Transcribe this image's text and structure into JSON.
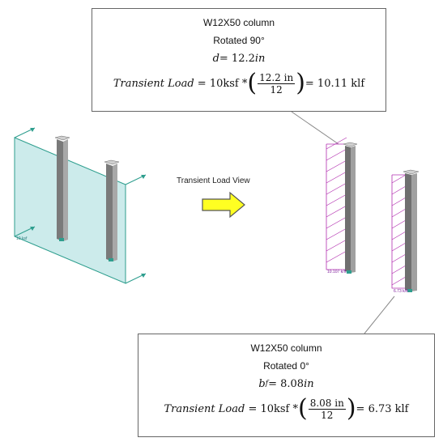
{
  "top_callout": {
    "title": "W12X50 column",
    "rotation": "Rotated 90°",
    "dim_var": "d",
    "dim_eq": " = 12.2 ",
    "dim_unit": "in",
    "formula_lhs": "Transient Load",
    "formula_mid": " = 10ksf * ",
    "frac_num": "12.2 in",
    "frac_den": "12",
    "formula_result": " =  10.11 klf"
  },
  "bottom_callout": {
    "title": "W12X50 column",
    "rotation": "Rotated 0°",
    "dim_var": "b",
    "dim_sub": "f",
    "dim_eq": " = 8.08 ",
    "dim_unit": "in",
    "formula_lhs": "Transient Load",
    "formula_mid": " = 10ksf * ",
    "frac_num": "8.08 in",
    "frac_den": "12",
    "formula_result": " =  6.73 klf"
  },
  "arrow_label": "Transient Load View",
  "panel_label": "10 ksf",
  "load_label_1": "10.107 k/ft",
  "load_label_2": "6.73 k/ft",
  "colors": {
    "panel_fill": "#bfe6e6",
    "panel_edge": "#2e9e8e",
    "load_line": "#b32fb0",
    "arrow_fill": "#ffff22",
    "arrow_edge": "#555555",
    "column": "#8a8a8a"
  }
}
